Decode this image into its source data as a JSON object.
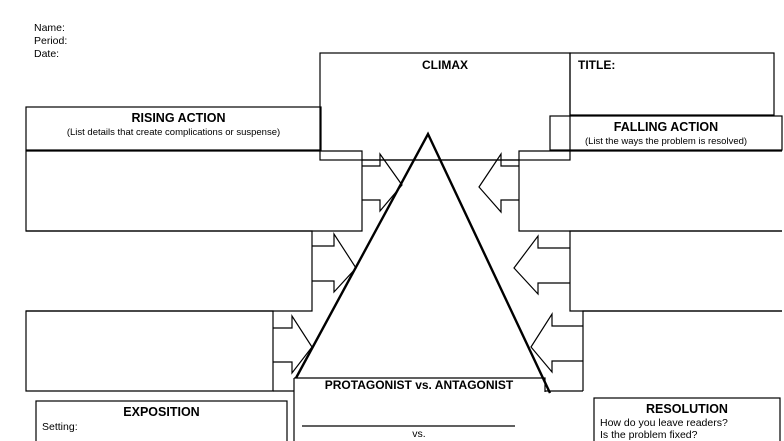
{
  "header": {
    "name_label": "Name:",
    "period_label": "Period:",
    "date_label": "Date:"
  },
  "climax": {
    "label": "CLIMAX"
  },
  "title_box": {
    "label": "TITLE:"
  },
  "rising_action": {
    "label": "RISING ACTION",
    "subtitle": "(List details that create complications or suspense)"
  },
  "falling_action": {
    "label": "FALLING ACTION",
    "subtitle": "(List the ways the problem is resolved)"
  },
  "exposition": {
    "label": "EXPOSITION",
    "setting_label": "Setting:"
  },
  "conflict": {
    "label": "PROTAGONIST vs. ANTAGONIST",
    "vs_label": "vs."
  },
  "resolution": {
    "label": "RESOLUTION",
    "question_1": "How do you leave readers?",
    "question_2": "Is the problem fixed?"
  }
}
